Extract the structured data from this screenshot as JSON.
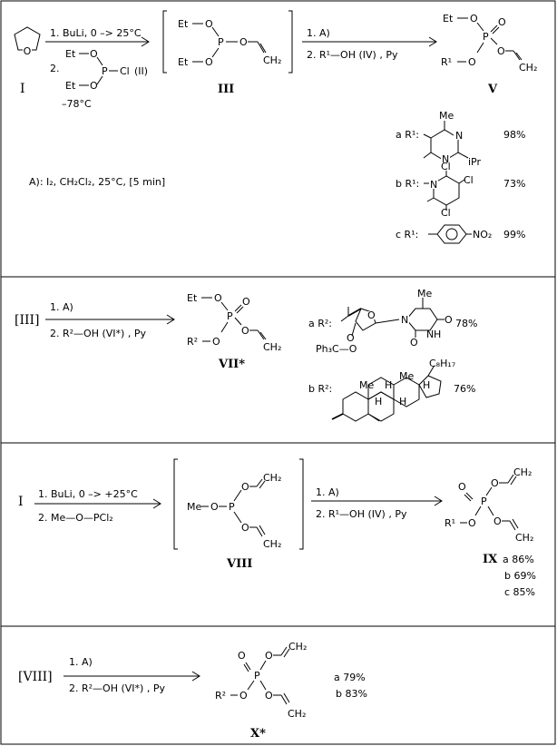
{
  "scheme1": {
    "start_label": "I",
    "arrow1_step1": "1. BuLi, 0 –> 25°C",
    "arrow1_step2_num": "2.",
    "reagent_II_tag": "(II)",
    "reagent_II_temp": "–78°C",
    "intermediate_label": "III",
    "arrow2_step1": "1. A)",
    "arrow2_step2": "2. R¹—OH (IV) , Py",
    "product_label": "V",
    "condition_A": "A): I₂, CH₂Cl₂, 25°C, [5 min]",
    "variants": [
      {
        "tag": "a R¹:",
        "yield": "98%",
        "sub_label": "iPr"
      },
      {
        "tag": "b R¹:",
        "yield": "73%"
      },
      {
        "tag": "c R¹:",
        "yield": "99%",
        "sub_label": "NO₂"
      }
    ]
  },
  "scheme2": {
    "start_label": "[III]",
    "arrow_step1": "1. A)",
    "arrow_step2": "2. R²—OH (VI*) , Py",
    "product_label": "VII*",
    "variants": [
      {
        "tag": "a R²:",
        "yield": "78%",
        "note": "Ph₃C—O"
      },
      {
        "tag": "b R²:",
        "yield": "76%",
        "note": "C₈H₁₇"
      }
    ]
  },
  "scheme3": {
    "start_label": "I",
    "arrow1_step1": "1. BuLi, 0 –> +25°C",
    "arrow1_step2": "2. Me—O—PCl₂",
    "intermediate_label": "VIII",
    "arrow2_step1": "1. A)",
    "arrow2_step2": "2. R¹—OH (IV) , Py",
    "product_label": "IX",
    "yields": [
      "a 86%",
      "b 69%",
      "c 85%"
    ]
  },
  "scheme4": {
    "start_label": "[VIII]",
    "arrow_step1": "1. A)",
    "arrow_step2": "2. R²—OH (VI*) , Py",
    "product_label": "X*",
    "yields": [
      "a 79%",
      "b 83%"
    ]
  },
  "atoms": {
    "et": "Et",
    "o": "O",
    "p": "P",
    "cl": "Cl",
    "me": "Me",
    "n": "N",
    "h": "H",
    "ch2": "CH₂",
    "r1": "R¹",
    "r2": "R²"
  }
}
